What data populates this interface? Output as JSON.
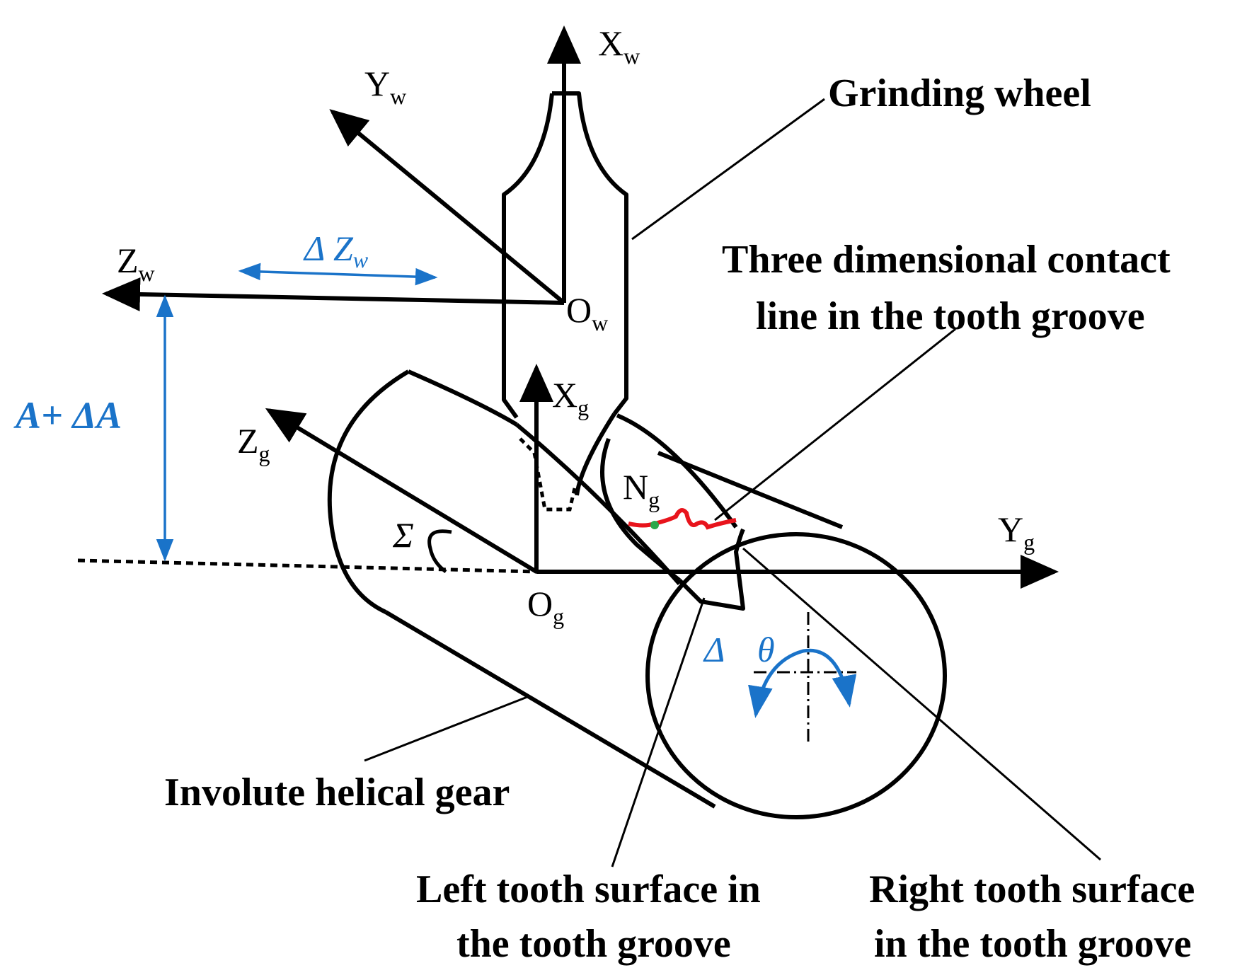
{
  "labels": {
    "grinding_wheel": "Grinding wheel",
    "contact_line_1": "Three dimensional contact",
    "contact_line_2": "line in the tooth groove",
    "helical_gear": "Involute helical gear",
    "left_surface_1": "Left tooth surface in",
    "left_surface_2": "the tooth groove",
    "right_surface_1": "Right tooth surface",
    "right_surface_2": "in the tooth groove"
  },
  "axes": {
    "xw": {
      "main": "X",
      "sub": "w"
    },
    "yw": {
      "main": "Y",
      "sub": "w"
    },
    "zw": {
      "main": "Z",
      "sub": "w"
    },
    "ow": {
      "main": "O",
      "sub": "w"
    },
    "xg": {
      "main": "X",
      "sub": "g"
    },
    "yg": {
      "main": "Y",
      "sub": "g"
    },
    "zg": {
      "main": "Z",
      "sub": "g"
    },
    "og": {
      "main": "O",
      "sub": "g"
    },
    "ng": {
      "main": "N",
      "sub": "g"
    }
  },
  "symbols": {
    "delta_zw_main": "Δ Z",
    "delta_zw_sub": "w",
    "a_delta_a": "A+ ΔA",
    "sigma": "Σ",
    "delta": "Δ",
    "theta": "θ"
  },
  "colors": {
    "line": "#000000",
    "annotation": "#1a73c9",
    "contact_line": "#e8141c",
    "contact_point": "#2aa84a"
  }
}
